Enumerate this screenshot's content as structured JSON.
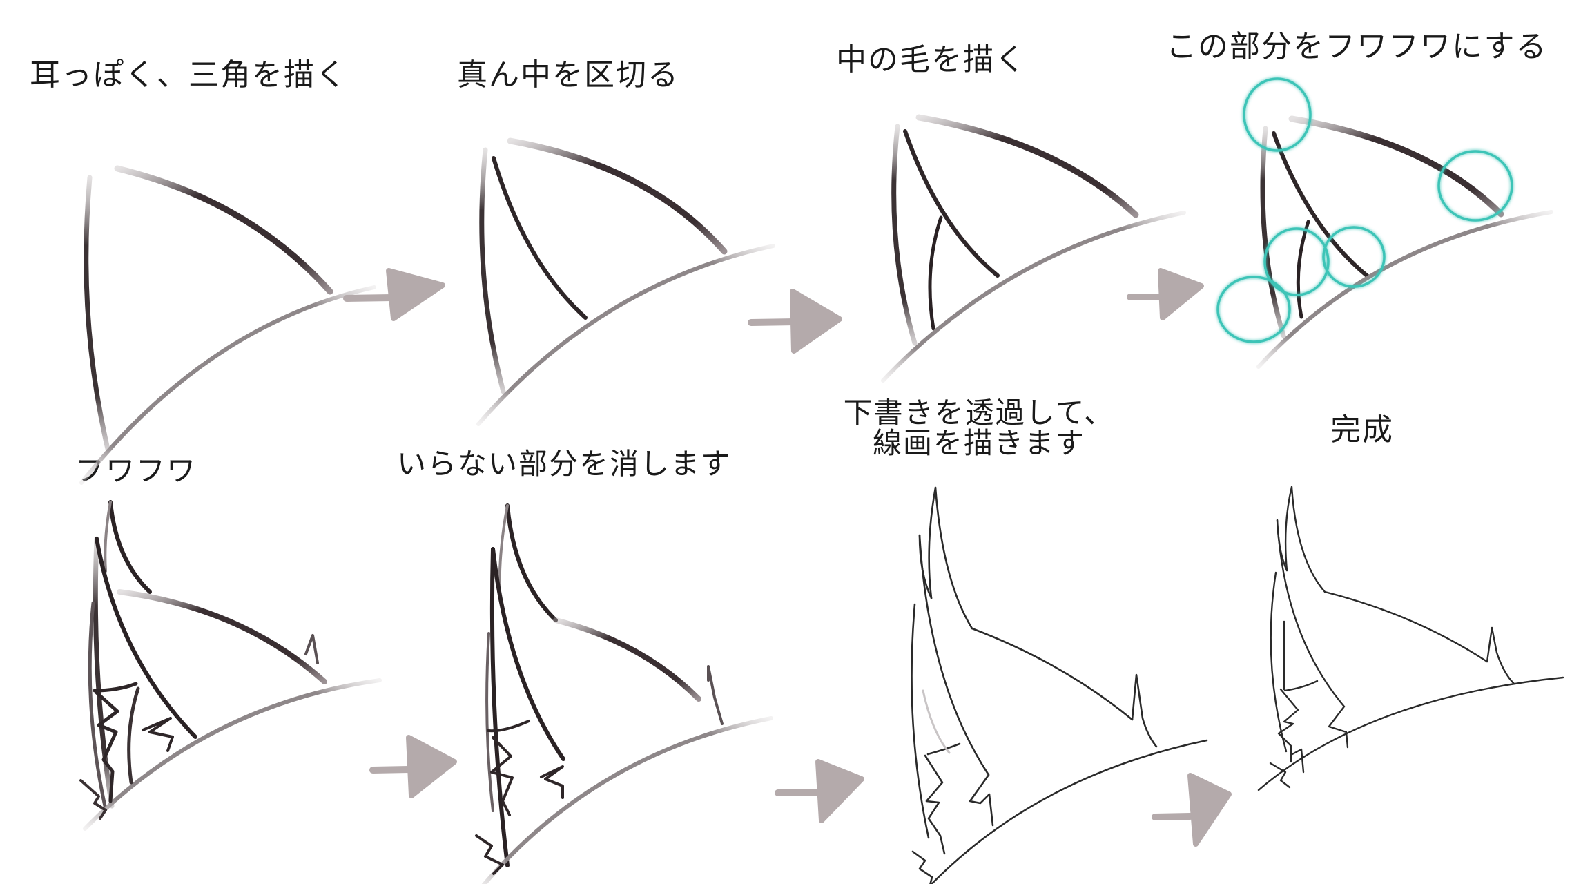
{
  "diagram": {
    "title": "Fluffy ear drawing steps",
    "colors": {
      "background": "#ffffff",
      "line_dark": "#2b2224",
      "line_mid": "#6d6467",
      "line_light": "#9a9496",
      "arrow": "#b4aaab",
      "highlight_circle": "#3ec4b7",
      "text": "#1a1a1a"
    },
    "steps": [
      {
        "index": 1,
        "label": "耳っぽく、三角を描く"
      },
      {
        "index": 2,
        "label": "真ん中を区切る"
      },
      {
        "index": 3,
        "label": "中の毛を描く"
      },
      {
        "index": 4,
        "label": "この部分をフワフワにする"
      },
      {
        "index": 5,
        "label": "フワフワ"
      },
      {
        "index": 6,
        "label": "いらない部分を消します"
      },
      {
        "index": 7,
        "label_lines": [
          "下書きを透過して、",
          "線画を描きます"
        ]
      },
      {
        "index": 8,
        "label": "完成"
      }
    ],
    "arrows": [
      {
        "from": 1,
        "to": 2,
        "icon": "arrow-right-icon"
      },
      {
        "from": 2,
        "to": 3,
        "icon": "arrow-right-icon"
      },
      {
        "from": 3,
        "to": 4,
        "icon": "arrow-right-icon"
      },
      {
        "from": 5,
        "to": 6,
        "icon": "arrow-right-icon"
      },
      {
        "from": 6,
        "to": 7,
        "icon": "arrow-right-icon"
      },
      {
        "from": 7,
        "to": 8,
        "icon": "arrow-right-icon"
      }
    ],
    "highlight_circles_count": 5
  }
}
